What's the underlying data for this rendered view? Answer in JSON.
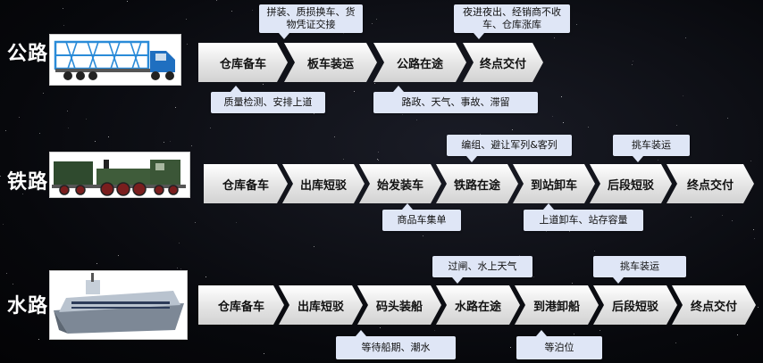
{
  "modes": {
    "road": {
      "label": "公路",
      "stages": [
        "仓库备车",
        "板车装运",
        "公路在途",
        "终点交付"
      ],
      "callouts_top": [
        "拼装、质损换车、货物凭证交接",
        "夜进夜出、经销商不收车、仓库涨库"
      ],
      "callouts_bottom": [
        "质量检测、安排上道",
        "路政、天气、事故、滞留"
      ]
    },
    "rail": {
      "label": "铁路",
      "stages": [
        "仓库备车",
        "出库短驳",
        "始发装车",
        "铁路在途",
        "到站卸车",
        "后段短驳",
        "终点交付"
      ],
      "callouts_top": [
        "编组、避让军列&客列",
        "挑车装运"
      ],
      "callouts_bottom": [
        "商品车集单",
        "上道卸车、站存容量"
      ]
    },
    "water": {
      "label": "水路",
      "stages": [
        "仓库备车",
        "出库短驳",
        "码头装船",
        "水路在途",
        "到港卸船",
        "后段短驳",
        "终点交付"
      ],
      "callouts_top": [
        "过闸、水上天气",
        "挑车装运"
      ],
      "callouts_bottom": [
        "等待船期、潮水",
        "等泊位"
      ]
    }
  },
  "colors": {
    "callout": "#dfe6f6",
    "chevron": "#e4e4e4",
    "background": "#07080c"
  }
}
